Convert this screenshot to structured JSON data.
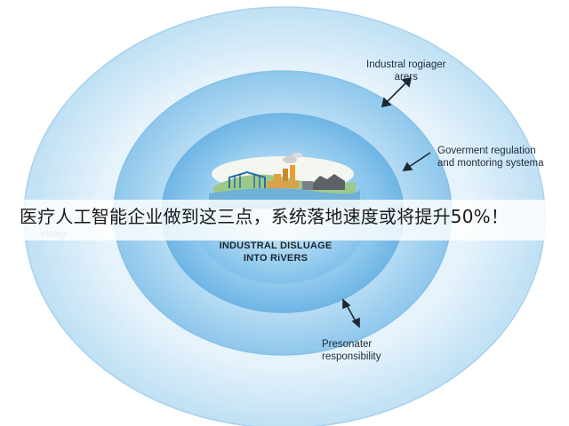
{
  "rings": {
    "outer_label": [
      "Industral rogiager",
      "arers"
    ],
    "middle_label": [
      "Goverment regulation",
      "and montoring systema"
    ],
    "inner_label": [
      "Presonater",
      "responsibility"
    ],
    "left_faded_label": [
      "stality"
    ]
  },
  "center": {
    "title_line1": "INDUSTRAL DISLUAGE",
    "title_line2": "INTO RiVERS"
  },
  "banner": {
    "text": "医疗人工智能企业做到这三点，系统落地速度或将提升50%！"
  },
  "colors": {
    "outer_ring": "#d6ebf7",
    "middle_ring": "#a9d3ee",
    "inner_ring": "#8cc6ea",
    "center_fill": "#78bde6",
    "arrow": "#1c2733"
  }
}
